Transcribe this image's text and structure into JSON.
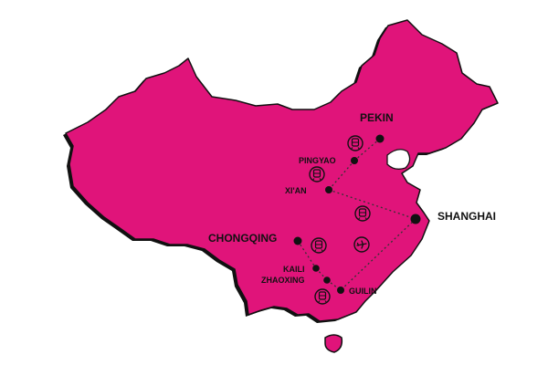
{
  "map": {
    "land_color": "#e0147a",
    "outline_color": "#111111",
    "route_color": "#333333",
    "cities": [
      {
        "id": "pekin",
        "label": "PEKIN",
        "emphasis": "major"
      },
      {
        "id": "pingyao",
        "label": "PINGYAO",
        "emphasis": "minor"
      },
      {
        "id": "xian",
        "label": "XI'AN",
        "emphasis": "minor"
      },
      {
        "id": "shanghai",
        "label": "SHANGHAI",
        "emphasis": "major"
      },
      {
        "id": "chongqing",
        "label": "CHONGQING",
        "emphasis": "major"
      },
      {
        "id": "kaili",
        "label": "KAILI",
        "emphasis": "minor"
      },
      {
        "id": "zhaoxing",
        "label": "ZHAOXING",
        "emphasis": "minor"
      },
      {
        "id": "guilin",
        "label": "GUILIN",
        "emphasis": "minor"
      }
    ],
    "legs": [
      {
        "from": "pekin",
        "to": "pingyao",
        "mode": "train-icon"
      },
      {
        "from": "pingyao",
        "to": "xian",
        "mode": "train-icon"
      },
      {
        "from": "xian",
        "to": "shanghai",
        "mode": "train-icon"
      },
      {
        "from": "shanghai",
        "to": "guilin",
        "mode": "plane-icon"
      },
      {
        "from": "chongqing",
        "to": "kaili",
        "mode": "train-icon"
      },
      {
        "from": "zhaoxing",
        "to": "guilin",
        "mode": "train-icon"
      }
    ]
  }
}
